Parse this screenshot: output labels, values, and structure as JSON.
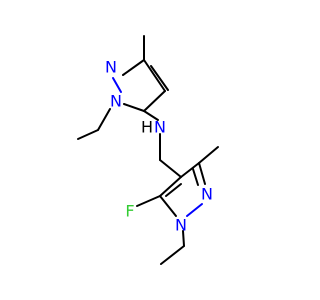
{
  "colors": {
    "background": "#ffffff",
    "carbon_bond": "#000000",
    "nitrogen": "#0000ff",
    "fluorine": "#33cc33"
  },
  "molecule": {
    "atoms": [
      {
        "id": "n_top_upper",
        "label": "N",
        "element": "nitrogen"
      },
      {
        "id": "n_top_lower",
        "label": "N",
        "element": "nitrogen"
      },
      {
        "id": "n_amine",
        "label": "N",
        "element": "nitrogen"
      },
      {
        "id": "h_amine",
        "label": "H",
        "element": "carbon"
      },
      {
        "id": "f",
        "label": "F",
        "element": "fluorine"
      },
      {
        "id": "n_bottom_lower",
        "label": "N",
        "element": "nitrogen"
      },
      {
        "id": "n_bottom_upper",
        "label": "N",
        "element": "nitrogen"
      }
    ]
  }
}
